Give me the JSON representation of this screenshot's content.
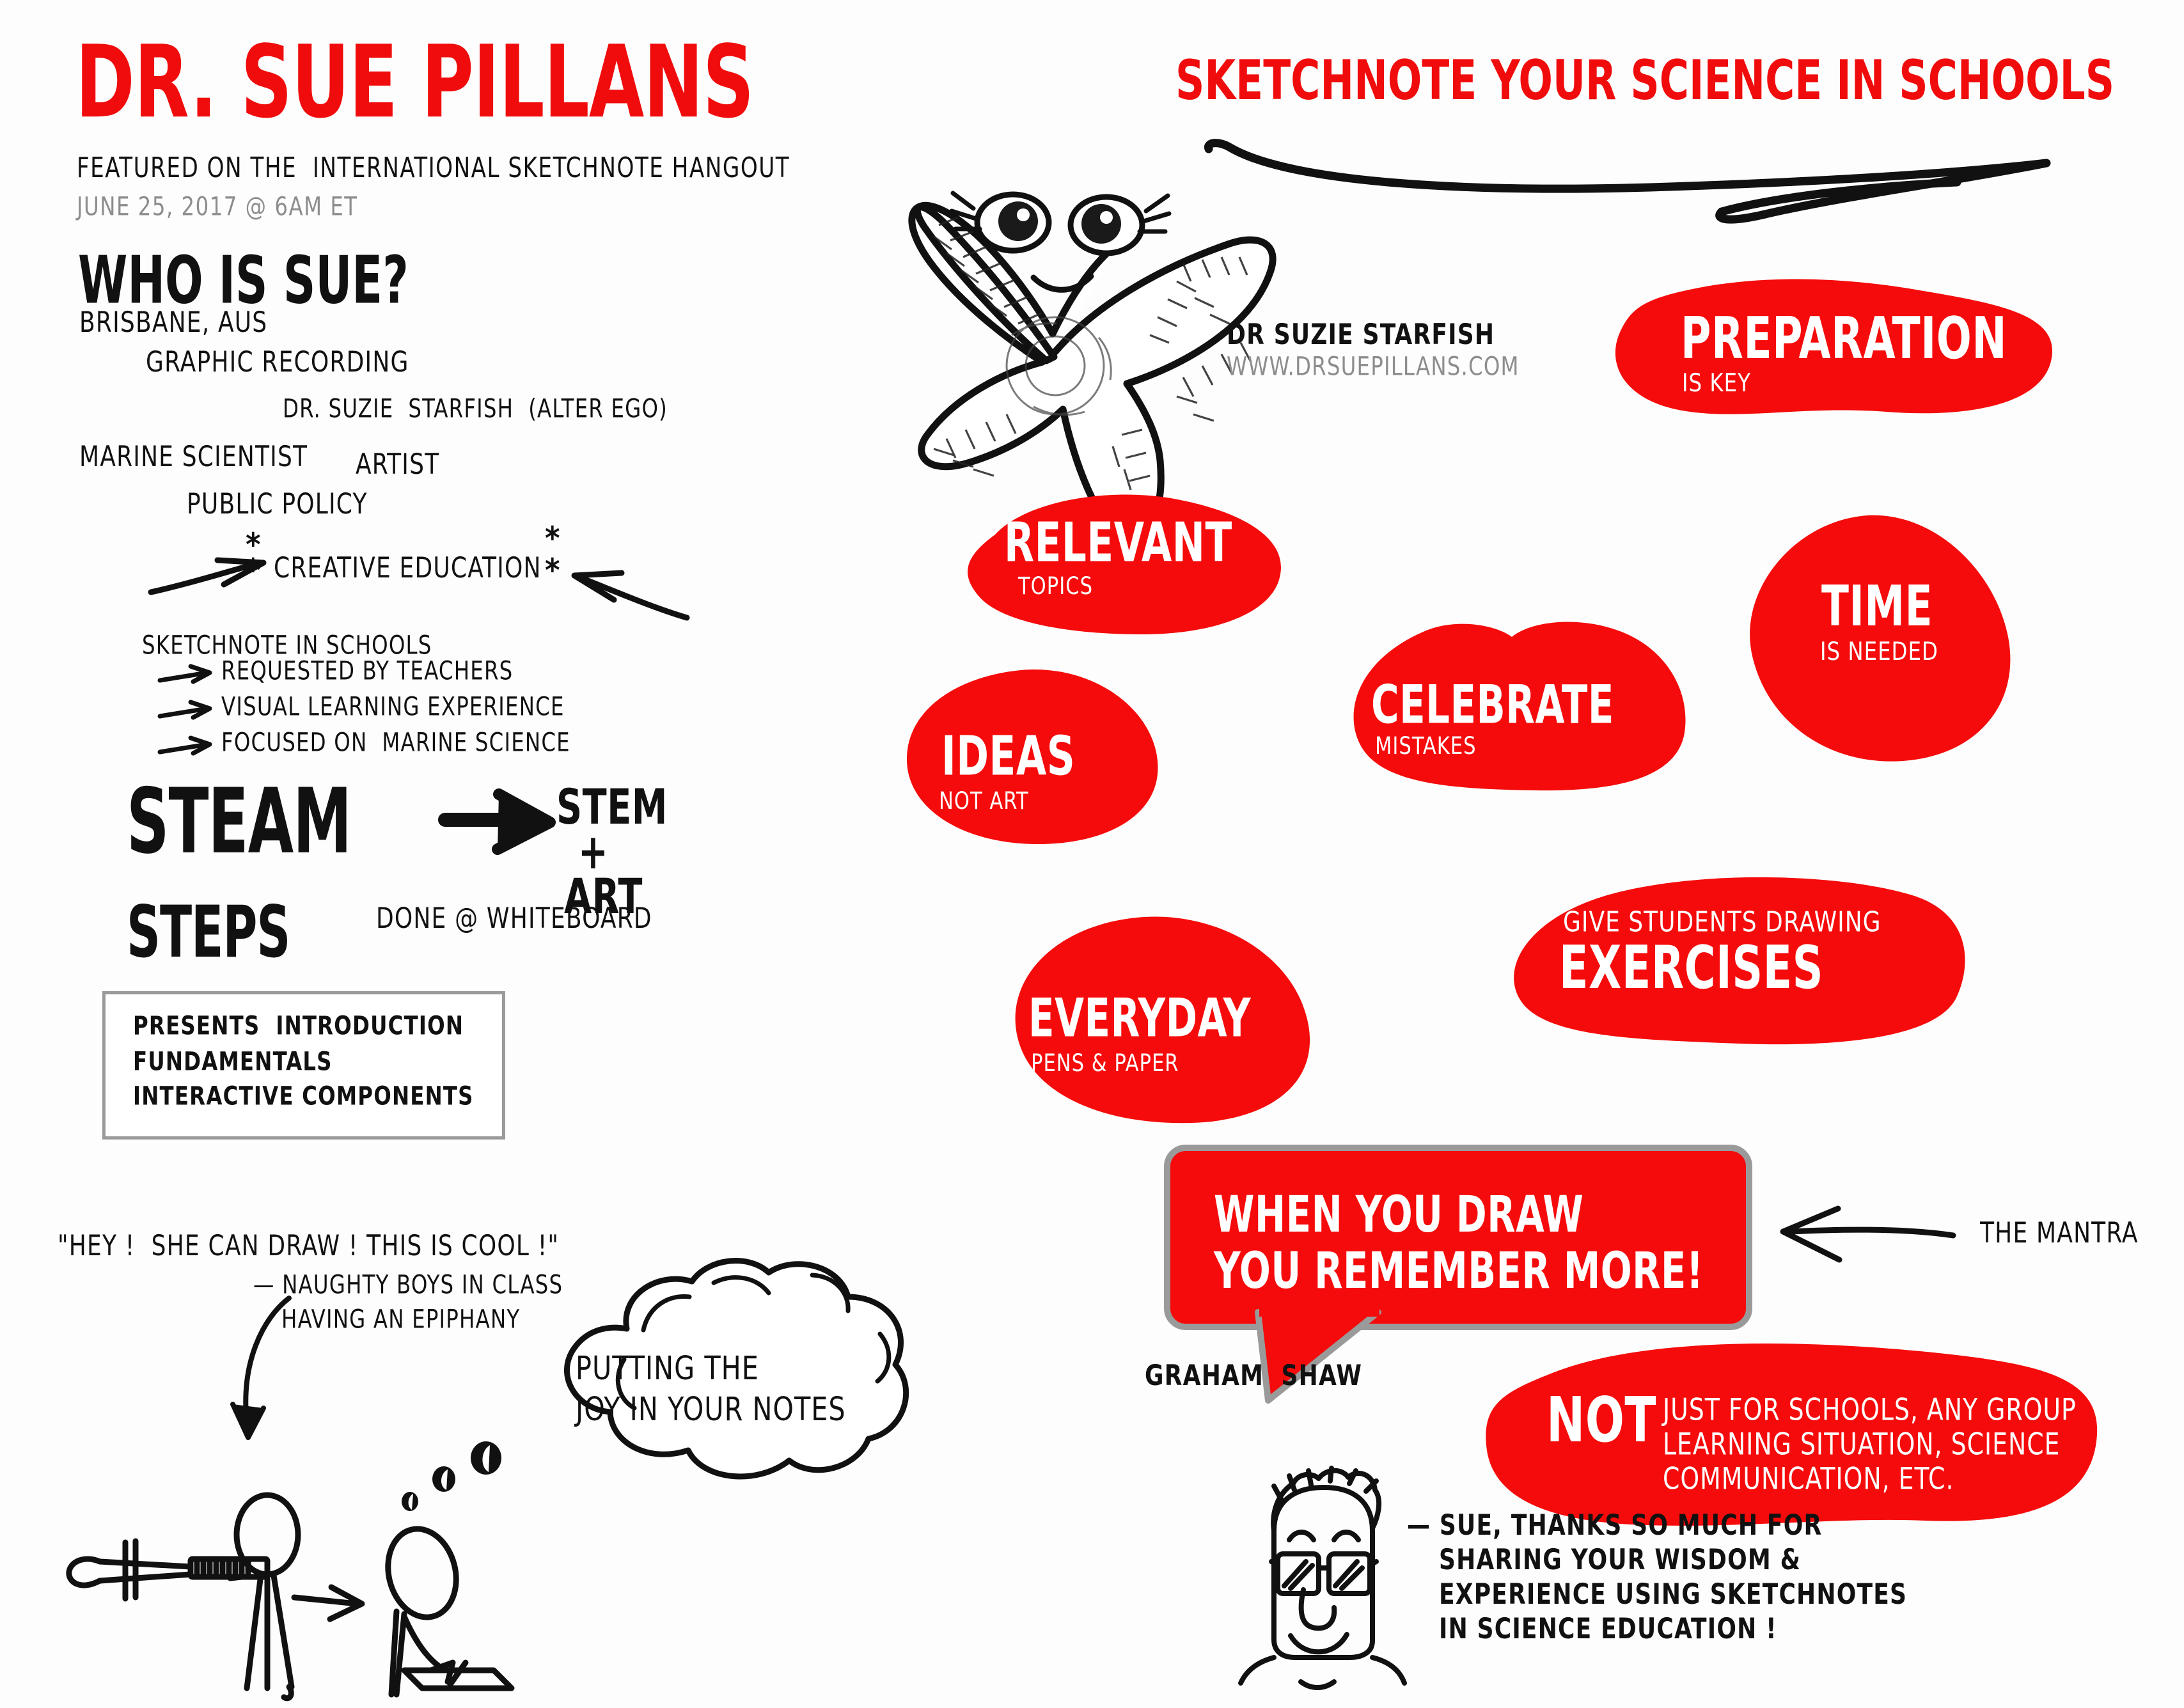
{
  "meta": {
    "accent_red": "#f50b0b",
    "grey": "#8d8d8d",
    "ink": "#111111"
  },
  "header": {
    "title": "DR. SUE PILLANS",
    "featured_line": "FEATURED ON THE  INTERNATIONAL SKETCHNOTE HANGOUT",
    "date_line": "JUNE 25, 2017 @ 6AM ET",
    "topic_title": "SKETCHNOTE YOUR SCIENCE IN SCHOOLS"
  },
  "starfish": {
    "label_name": "DR SUZIE STARFISH",
    "label_url": "WWW.DRSUEPILLANS.COM"
  },
  "who_is_sue": {
    "heading": "WHO IS SUE?",
    "location": "BRISBANE, AUS",
    "role_graphic_recording": "GRAPHIC RECORDING",
    "alter_ego": "DR. SUZIE  STARFISH  (ALTER EGO)",
    "role_marine_scientist": "MARINE SCIENTIST",
    "role_artist": "ARTIST",
    "role_public_policy": "PUBLIC POLICY",
    "highlight": "CREATIVE EDUCATION",
    "sketchnote_heading": "SKETCHNOTE IN SCHOOLS",
    "sketchnote_points": [
      "REQUESTED BY TEACHERS",
      "VISUAL LEARNING EXPERIENCE",
      "FOCUSED ON  MARINE SCIENCE"
    ]
  },
  "steam": {
    "heading": "STEAM",
    "expansion_line1": "STEM",
    "expansion_plus": "+",
    "expansion_line2": "ART"
  },
  "steps": {
    "heading": "STEPS",
    "note": "DONE @ WHITEBOARD",
    "items": [
      "PRESENTS  INTRODUCTION",
      "FUNDAMENTALS",
      "INTERACTIVE COMPONENTS"
    ]
  },
  "blobs": [
    {
      "id": "preparation",
      "headline": "PREPARATION",
      "subline": "IS KEY"
    },
    {
      "id": "relevant",
      "headline": "RELEVANT",
      "subline": "TOPICS"
    },
    {
      "id": "time",
      "headline": "TIME",
      "subline": "IS NEEDED"
    },
    {
      "id": "celebrate",
      "headline": "CELEBRATE",
      "subline": "MISTAKES"
    },
    {
      "id": "ideas",
      "headline": "IDEAS",
      "subline": "NOT ART"
    },
    {
      "id": "exercises",
      "headline": "EXERCISES",
      "subline": "GIVE STUDENTS DRAWING"
    },
    {
      "id": "everyday",
      "headline": "EVERYDAY",
      "subline": "PENS & PAPER"
    }
  ],
  "mantra": {
    "line1": "WHEN YOU DRAW",
    "line2": "YOU REMEMBER MORE!",
    "attribution": "GRAHAM  SHAW",
    "callout_label": "THE MANTRA"
  },
  "not_blob": {
    "headline": "NOT",
    "lines": [
      "JUST FOR SCHOOLS, ANY GROUP",
      "LEARNING SITUATION, SCIENCE",
      "COMMUNICATION, ETC."
    ]
  },
  "classroom": {
    "quote": "\"HEY !  SHE CAN DRAW ! THIS IS COOL !\"",
    "attrib_line1": "— NAUGHTY BOYS IN CLASS",
    "attrib_line2": "HAVING AN EPIPHANY",
    "thought_line1": "PUTTING THE",
    "thought_line2": "JOY IN YOUR NOTES"
  },
  "thanks": {
    "line1": "— SUE, THANKS SO MUCH FOR",
    "line2": "SHARING YOUR WISDOM &",
    "line3": "EXPERIENCE USING SKETCHNOTES",
    "line4": "IN SCIENCE EDUCATION !"
  }
}
